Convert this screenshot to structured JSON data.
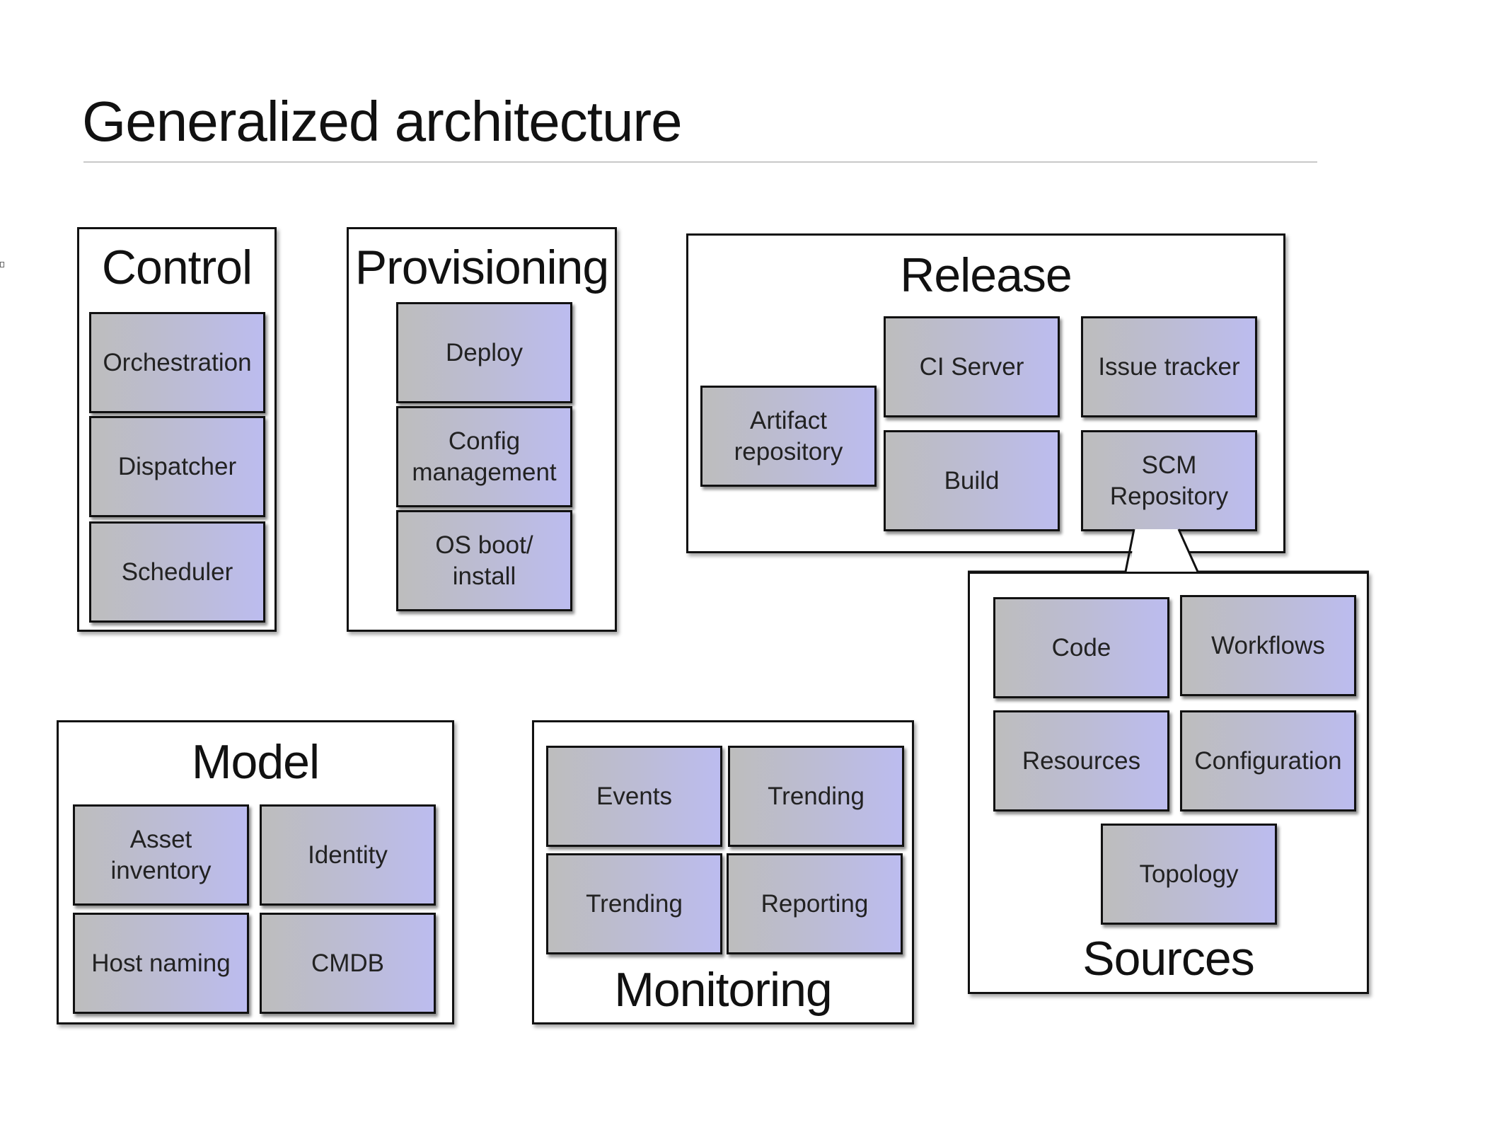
{
  "title": "Generalized architecture",
  "panels": {
    "control": {
      "label": "Control",
      "items": [
        "Orchestration",
        "Dispatcher",
        "Scheduler"
      ]
    },
    "provisioning": {
      "label": "Provisioning",
      "items": [
        "Deploy",
        "Config\nmanagement",
        "OS boot/\ninstall"
      ]
    },
    "release": {
      "label": "Release",
      "items": [
        "Artifact\nrepository",
        "CI Server",
        "Issue tracker",
        "Build",
        "SCM\nRepository"
      ]
    },
    "sources": {
      "label": "Sources",
      "items": [
        "Code",
        "Workflows",
        "Resources",
        "Configuration",
        "Topology"
      ]
    },
    "model": {
      "label": "Model",
      "items": [
        "Asset\ninventory",
        "Identity",
        "Host naming",
        "CMDB"
      ]
    },
    "monitoring": {
      "label": "Monitoring",
      "items": [
        "Events",
        "Trending",
        "Trending",
        "Reporting"
      ]
    }
  },
  "colors": {
    "border": "#111111",
    "component_fill_left": "#bdbdbd",
    "component_fill_right": "#bcbcef",
    "rule": "#c8c8c8"
  }
}
